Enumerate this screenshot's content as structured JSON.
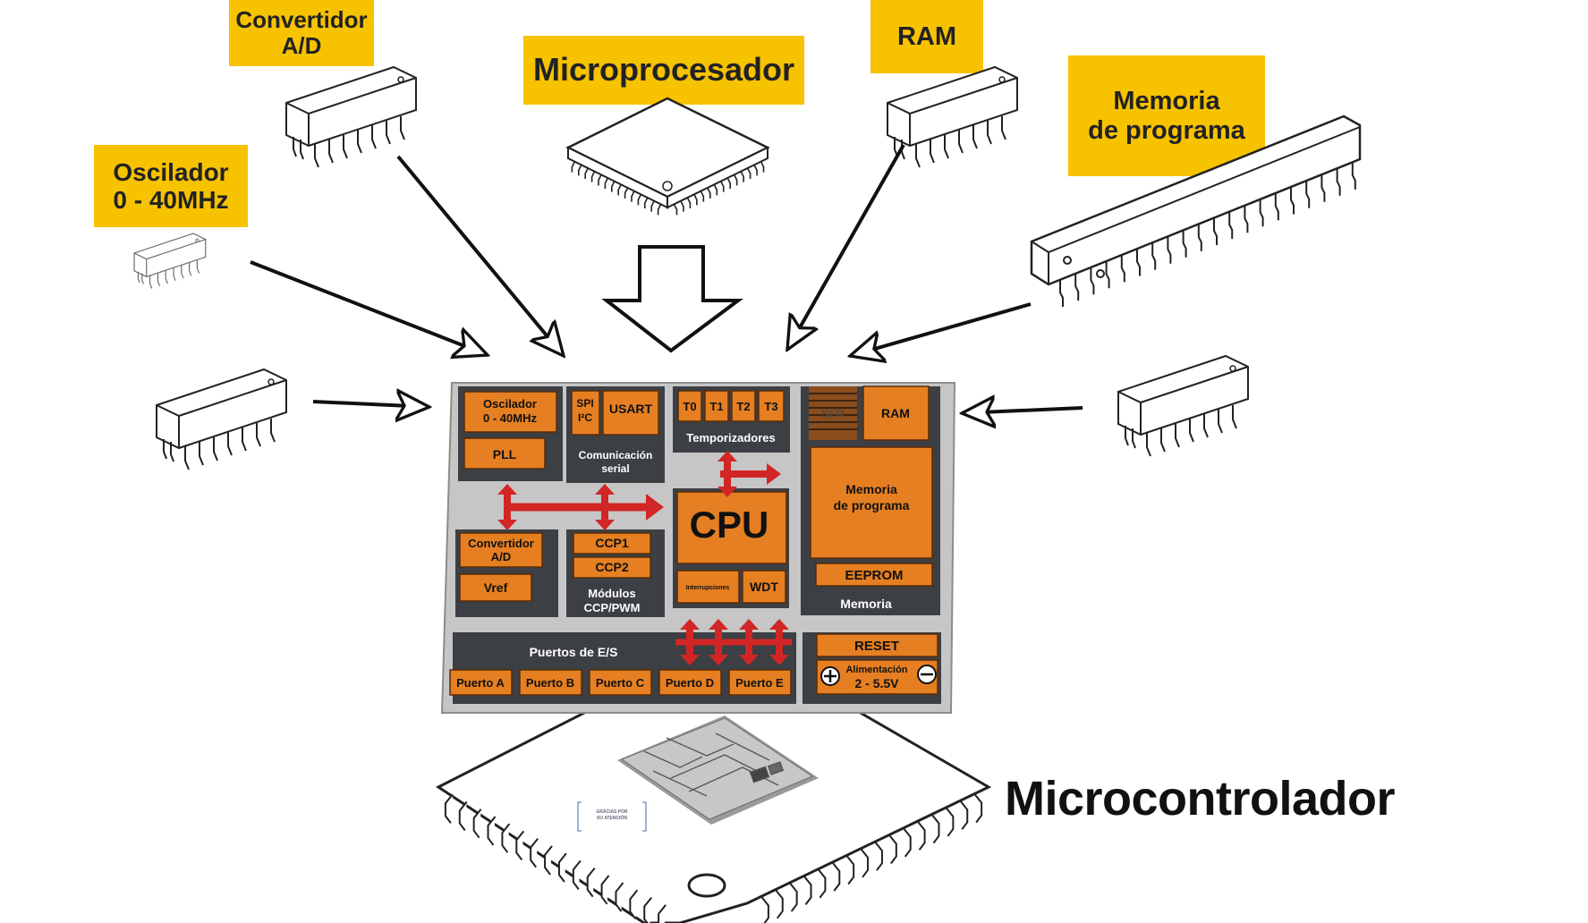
{
  "labels": {
    "convertidor": "Convertidor\nA/D",
    "microprocesador": "Microprocesador",
    "ram": "RAM",
    "memoria_programa": "Memoria\nde programa",
    "oscilador": "Oscilador\n0 - 40MHz",
    "microcontrolador": "Microcontrolador"
  },
  "board": {
    "oscilador": "Oscilador",
    "oscilador_freq": "0 - 40MHz",
    "pll": "PLL",
    "spi": "SPI",
    "i2c": "I²C",
    "usart": "USART",
    "comm_1": "Comunicación",
    "comm_2": "serial",
    "t0": "T0",
    "t1": "T1",
    "t2": "T2",
    "t3": "T3",
    "temporizadores": "Temporizadores",
    "sfr": "SFR",
    "ram": "RAM",
    "mem_1": "Memoria",
    "mem_2": "de programa",
    "eeprom": "EEPROM",
    "memoria": "Memoria",
    "cpu": "CPU",
    "interrupciones": "Interrupciones",
    "wdt": "WDT",
    "conv_1": "Convertidor",
    "conv_2": "A/D",
    "vref": "Vref",
    "ccp1": "CCP1",
    "ccp2": "CCP2",
    "mod_1": "Módulos",
    "mod_2": "CCP/PWM",
    "puertos": "Puertos de E/S",
    "puerto_a": "Puerto A",
    "puerto_b": "Puerto B",
    "puerto_c": "Puerto C",
    "puerto_d": "Puerto D",
    "puerto_e": "Puerto E",
    "reset": "RESET",
    "alim_1": "Alimentación",
    "alim_2": "2 - 5.5V"
  },
  "small_note": {
    "line1": "GRACIAS POR",
    "line2": "SU ATENCIÓN"
  },
  "colors": {
    "tag_yellow": "#f7c200",
    "block_orange": "#e57f22",
    "block_dark": "#3c3f43",
    "board_gray": "#c6c6c6",
    "arrow_red": "#d22626"
  },
  "icons": [
    "dip-chip-icon",
    "qfp-chip-icon",
    "hollow-arrow-icon",
    "plus-icon",
    "minus-icon"
  ]
}
